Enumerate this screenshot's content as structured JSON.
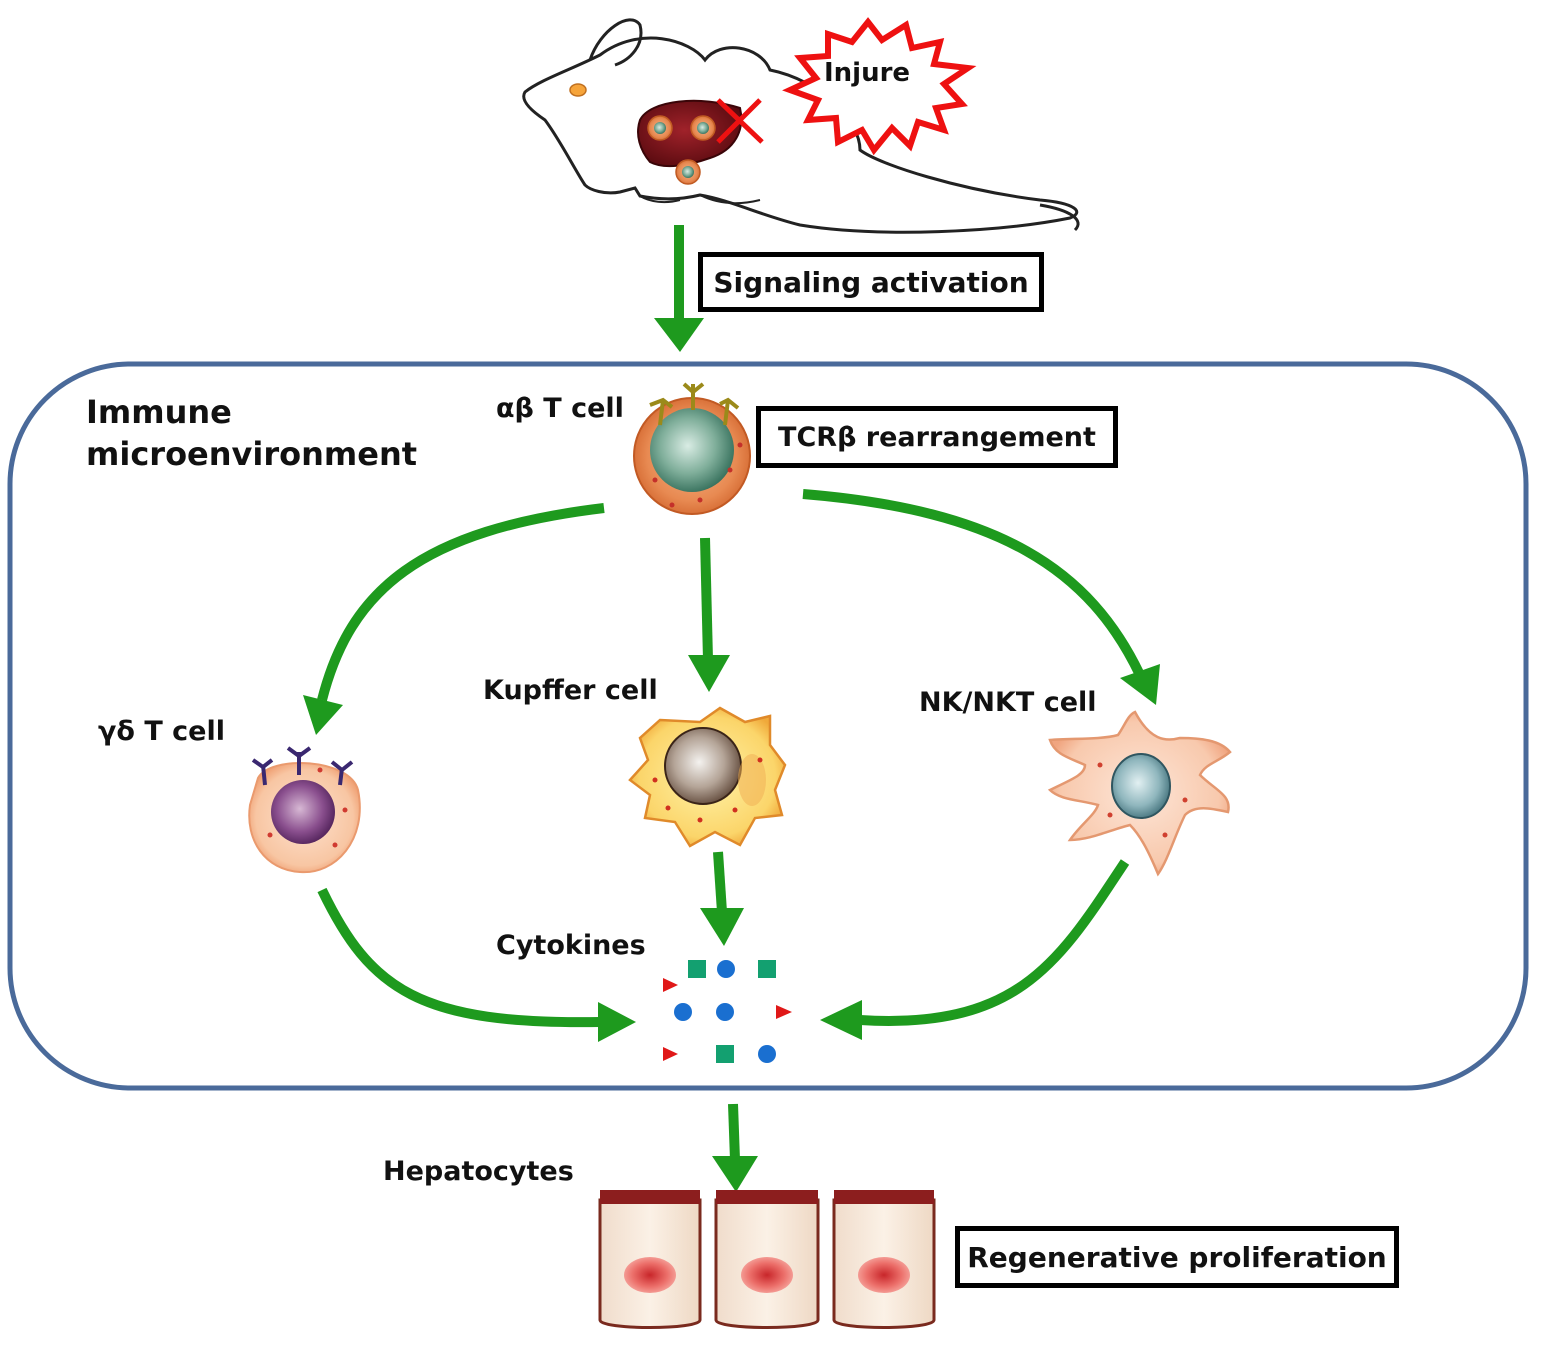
{
  "labels": {
    "injure": "Injure",
    "signaling": "Signaling activation",
    "immune_line1": "Immune",
    "immune_line2": "microenvironment",
    "ab_t_cell": "αβ T cell",
    "tcr": "TCRβ rearrangement",
    "kupffer": "Kupffer cell",
    "gd_t_cell": "γδ  T cell",
    "nk": "NK/NKT cell",
    "cytokines": "Cytokines",
    "hepatocytes": "Hepatocytes",
    "regenerative": "Regenerative proliferation"
  },
  "colors": {
    "arrow": "#1e9a1e",
    "frame": "#4a6a9a",
    "injury_burst": "#ee1111",
    "cytokine_square": "#13a070",
    "cytokine_circle": "#1a6fd0",
    "cytokine_triangle": "#e01818"
  }
}
